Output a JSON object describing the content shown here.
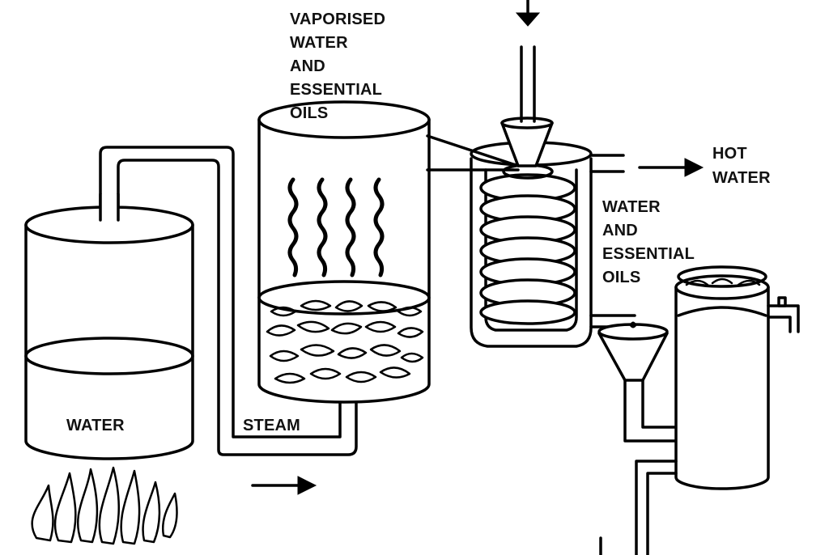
{
  "labels": {
    "vapor_line1": "VAPORISED",
    "vapor_line2": "WATER",
    "vapor_line3": "AND",
    "vapor_line4": "ESSENTIAL",
    "vapor_line5": "OILS",
    "hot_line1": "HOT",
    "hot_line2": "WATER",
    "mix_line1": "WATER",
    "mix_line2": "AND",
    "mix_line3": "ESSENTIAL",
    "mix_line4": "OILS",
    "water": "WATER",
    "steam": "STEAM"
  },
  "colors": {
    "line": "#000000",
    "background": "#ffffff"
  }
}
